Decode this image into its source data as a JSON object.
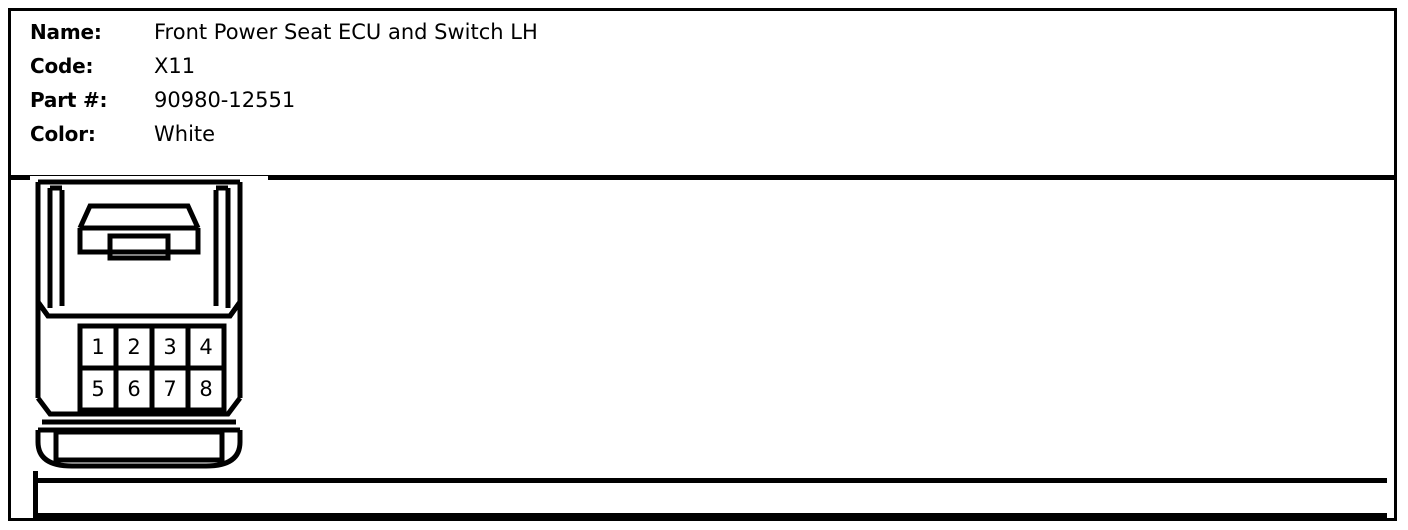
{
  "document": {
    "type": "automotive-connector-datasheet"
  },
  "spec": {
    "rows": [
      {
        "label": "Name:",
        "value": "Front Power Seat ECU and Switch LH"
      },
      {
        "label": "Code:",
        "value": "X11"
      },
      {
        "label": "Part #:",
        "value": "90980-12551"
      },
      {
        "label": "Color:",
        "value": "White"
      }
    ]
  },
  "connector": {
    "name": "8-pin-rectangular-connector",
    "pin_count": 8,
    "rows": 2,
    "columns": 4,
    "pins": [
      {
        "number": "1",
        "row": 1,
        "col": 1
      },
      {
        "number": "2",
        "row": 1,
        "col": 2
      },
      {
        "number": "3",
        "row": 1,
        "col": 3
      },
      {
        "number": "4",
        "row": 1,
        "col": 4
      },
      {
        "number": "5",
        "row": 2,
        "col": 1
      },
      {
        "number": "6",
        "row": 2,
        "col": 2
      },
      {
        "number": "7",
        "row": 2,
        "col": 3
      },
      {
        "number": "8",
        "row": 2,
        "col": 4
      }
    ],
    "pin_labels_top": [
      "1",
      "2",
      "3",
      "4"
    ],
    "pin_labels_bottom": [
      "5",
      "6",
      "7",
      "8"
    ]
  },
  "colors": {
    "line": "#000000",
    "background": "#ffffff"
  }
}
